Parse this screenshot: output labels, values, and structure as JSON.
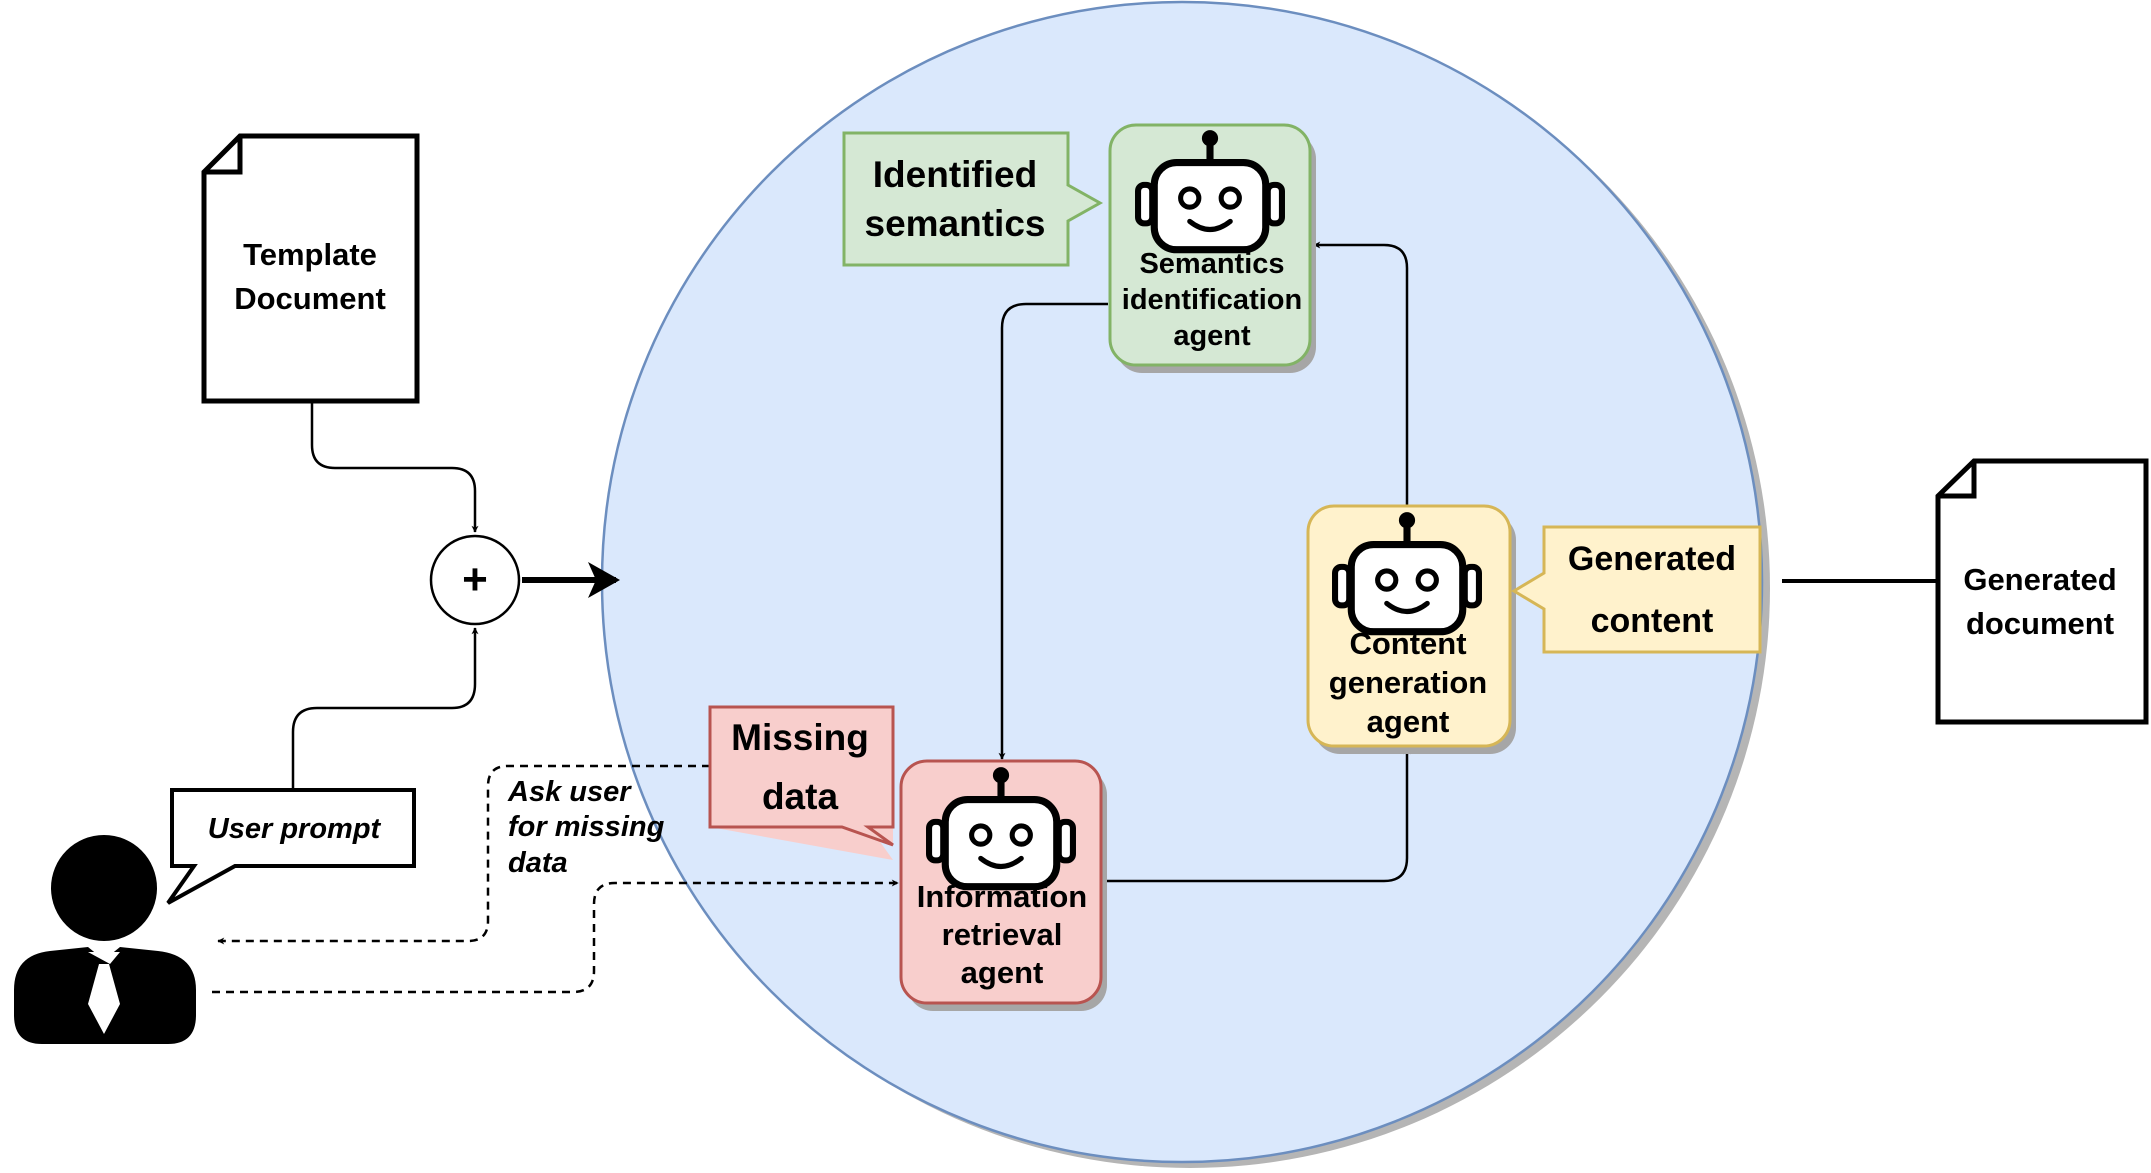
{
  "template_document": {
    "line1": "Template",
    "line2": "Document"
  },
  "user_prompt": {
    "label": "User prompt"
  },
  "combiner": {
    "symbol": "+"
  },
  "semantics_agent": {
    "line1": "Semantics",
    "line2": "identification",
    "line3": "agent",
    "fill": "#d5e8d4",
    "stroke": "#82b366"
  },
  "identified_semantics": {
    "line1": "Identified",
    "line2": "semantics",
    "fill": "#d5e8d4",
    "stroke": "#82b366"
  },
  "content_agent": {
    "line1": "Content",
    "line2": "generation",
    "line3": "agent",
    "fill": "#fff2cc",
    "stroke": "#d6b656"
  },
  "generated_content": {
    "line1": "Generated",
    "line2": "content",
    "fill": "#fff2cc",
    "stroke": "#d6b656"
  },
  "retrieval_agent": {
    "line1": "Information",
    "line2": "retrieval",
    "line3": "agent",
    "fill": "#f8cecc",
    "stroke": "#b85450"
  },
  "missing_data": {
    "line1": "Missing",
    "line2": "data",
    "fill": "#f8cecc",
    "stroke": "#b85450"
  },
  "ask_user": {
    "line1": "Ask user",
    "line2": "for missing",
    "line3": "data"
  },
  "generated_document": {
    "line1": "Generated",
    "line2": "document"
  },
  "system_circle": {
    "fill": "#dae8fc",
    "stroke": "#6c8ebf"
  },
  "icons": {
    "robot": "robot-icon",
    "user": "user-icon",
    "document": "document-icon"
  }
}
